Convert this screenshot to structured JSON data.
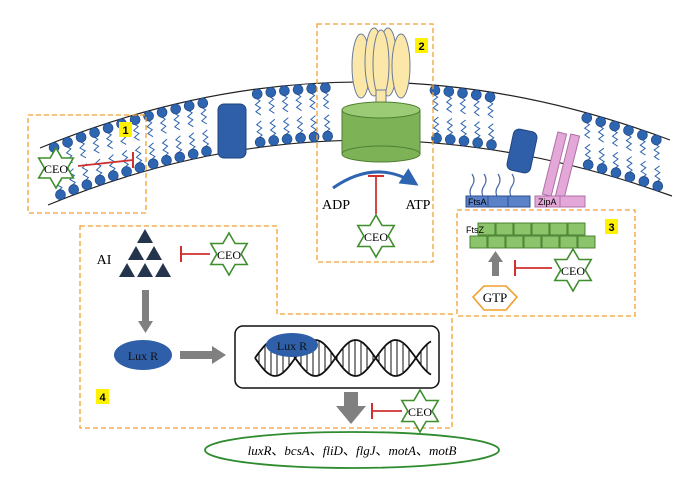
{
  "panel_numbers": {
    "p1": "1",
    "p2": "2",
    "p3": "3",
    "p4": "4"
  },
  "labels": {
    "ceo_1": "CEO",
    "ceo_2": "CEO",
    "ceo_3": "CEO",
    "ceo_4a": "CEO",
    "ceo_4b": "CEO",
    "adp": "ADP",
    "atp": "ATP",
    "ftsa": "FtsA",
    "zipa": "ZipA",
    "ftsz": "FtsZ",
    "gtp": "GTP",
    "ai": "AI",
    "lux_r": "Lux R",
    "lux_r_bound": "Lux R"
  },
  "genes": {
    "items": [
      "luxR",
      "bcsA",
      "fliD",
      "flgJ",
      "motA",
      "motB"
    ],
    "separator": "、"
  },
  "colors": {
    "box_border": "#F0A030",
    "number_highlight": "#FFF200",
    "star_stroke": "#3E8E2E",
    "inhibit": "#D03030",
    "membrane_blue": "#2E65B0",
    "protein_blue": "#2E5FA8",
    "atp_synthase_green": "#7DB356",
    "atp_synthase_head": "#FBE7A8",
    "zipa_pink": "#E4A8D8",
    "ftsz_green": "#8BC46A",
    "gtp_border": "#F0A030",
    "gray_arrow": "#808080",
    "gene_ellipse": "#2E8B2E"
  }
}
